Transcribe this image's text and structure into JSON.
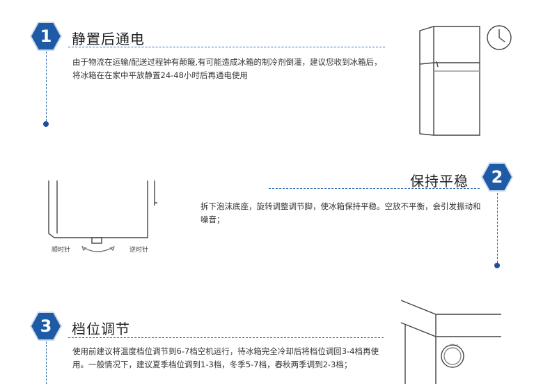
{
  "steps": [
    {
      "number": "1",
      "title": "静置后通电",
      "text": "由于物流在运输/配送过程钟有颠簸,有可能造成冰箱的制冷剂倒灌，建议您收到冰箱后，将冰箱在在家中平放静置24-48小时后再通电使用"
    },
    {
      "number": "2",
      "title": "保持平稳",
      "text": "拆下泡沫底座，旋转调整调节脚，使冰箱保持平稳。空放不平衡，会引发振动和噪音；"
    },
    {
      "number": "3",
      "title": "档位调节",
      "text": "使用前建议将温度档位调节到6-7档空机运行，待冰箱完全冷却后将档位调回3-4档再使用。一般情况下，建议夏季档位调到1-3档，冬季5-7档，春秋两季调到2-3档；"
    }
  ],
  "illustrations": {
    "clockwise_label": "顺时针",
    "counterclockwise_label": "逆时针"
  },
  "colors": {
    "accent": "#1f5aa6",
    "dash": "#2f6eb5"
  }
}
